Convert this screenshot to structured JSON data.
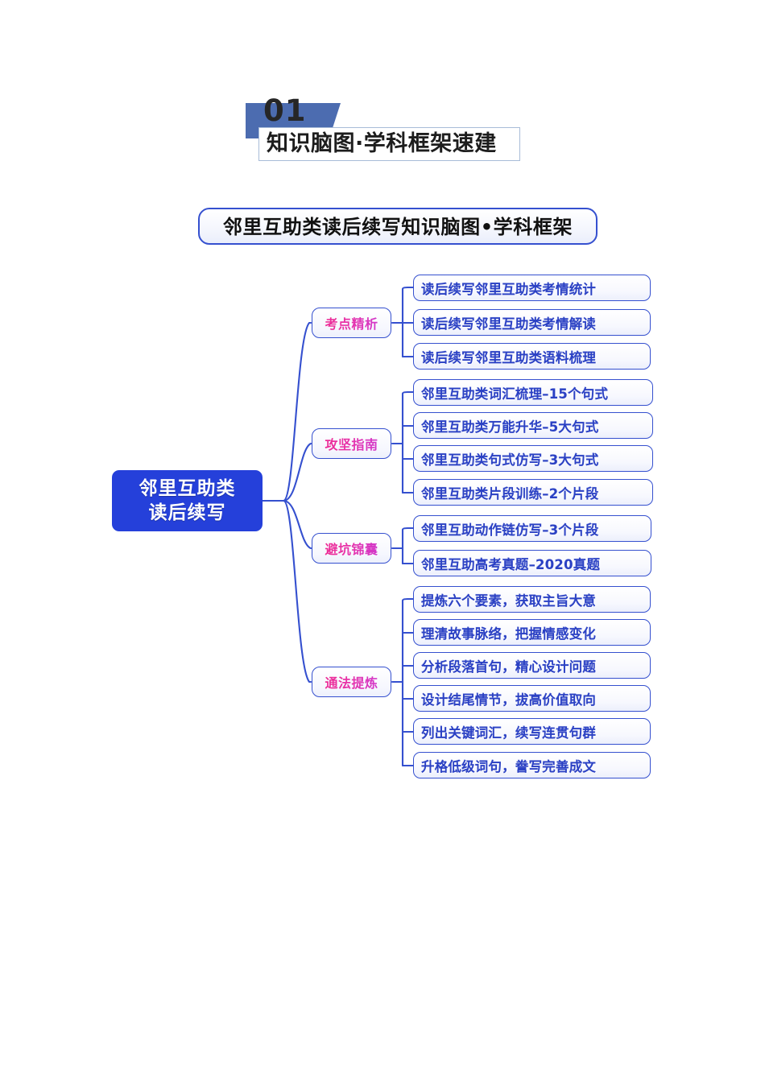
{
  "header": {
    "number": "01",
    "title": "知识脑图·学科框架速建"
  },
  "main_title": "邻里互助类读后续写知识脑图•学科框架",
  "root": {
    "line1": "邻里互助类",
    "line2": "读后续写"
  },
  "colors": {
    "root_fill": "#2540da",
    "node_border": "#3550cf",
    "leaf_text": "#2b41c4",
    "branch_text": "#e81f9c",
    "banner_blue": "#4c6cb0",
    "connector": "#3550cf"
  },
  "branches": [
    {
      "label": "考点精析",
      "leaves": [
        "读后续写邻里互助类考情统计",
        "读后续写邻里互助类考情解读",
        "读后续写邻里互助类语料梳理"
      ]
    },
    {
      "label": "攻坚指南",
      "leaves": [
        "邻里互助类词汇梳理–15个句式",
        "邻里互助类万能升华–5大句式",
        "邻里互助类句式仿写–3大句式",
        "邻里互助类片段训练–2个片段"
      ]
    },
    {
      "label": "避坑锦囊",
      "leaves": [
        "邻里互助动作链仿写–3个片段",
        "邻里互助高考真题–2020真题"
      ]
    },
    {
      "label": "通法提炼",
      "leaves": [
        "提炼六个要素，获取主旨大意",
        "理清故事脉络，把握情感变化",
        "分析段落首句，精心设计问题",
        "设计结尾情节，拔高价值取向",
        "列出关键词汇，续写连贯句群",
        "升格低级词句，誊写完善成文"
      ]
    }
  ]
}
